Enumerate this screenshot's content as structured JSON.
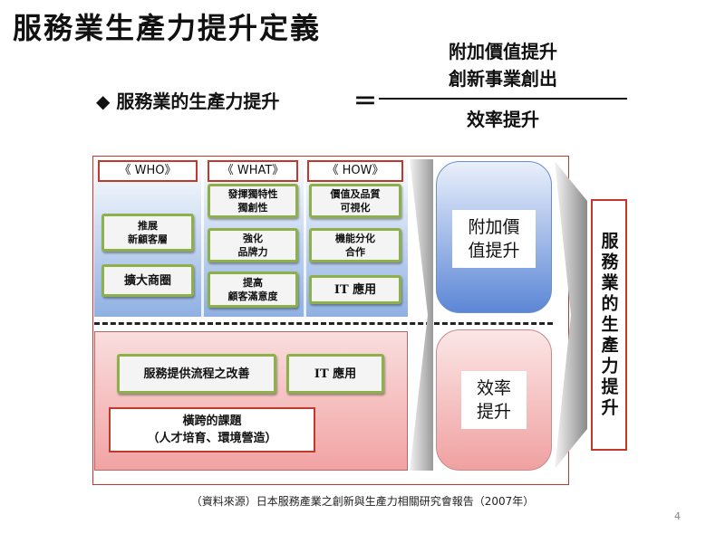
{
  "title": "服務業生產力提升定義",
  "formula": {
    "bullet": "◆",
    "lhs": "服務業的生產力提升",
    "equals": "＝",
    "numerator": [
      "附加價值提升",
      "創新事業創出"
    ],
    "denominator": "效率提升"
  },
  "diagram": {
    "headers": {
      "who": "《 WHO》",
      "what": "《 WHAT》",
      "how": "《 HOW》"
    },
    "who_items": [
      "推展\n新顧客層",
      "擴大商圈"
    ],
    "what_items": [
      "發揮獨特性\n獨創性",
      "強化\n品牌力",
      "提高\n顧客滿意度"
    ],
    "how_items": [
      "價值及品質\n可視化",
      "機能分化\n合作",
      "IT 應用"
    ],
    "bottom_items": {
      "process": "服務提供流程之改善",
      "it": "IT 應用",
      "cross": "橫跨的課題\n（人才培育、環境營造）"
    },
    "value_label": "附加價\n值提升",
    "efficiency_label": "效率\n提升",
    "result_label": "服務業的生產力提升"
  },
  "source": "（資料來源）日本服務產業之創新與生產力相關研究會報告（2007年）",
  "page_number": "4",
  "colors": {
    "frame": "#c0392b",
    "green_border": "#8db04a",
    "blue": "#5c87d6",
    "pink": "#f0a1a1"
  }
}
